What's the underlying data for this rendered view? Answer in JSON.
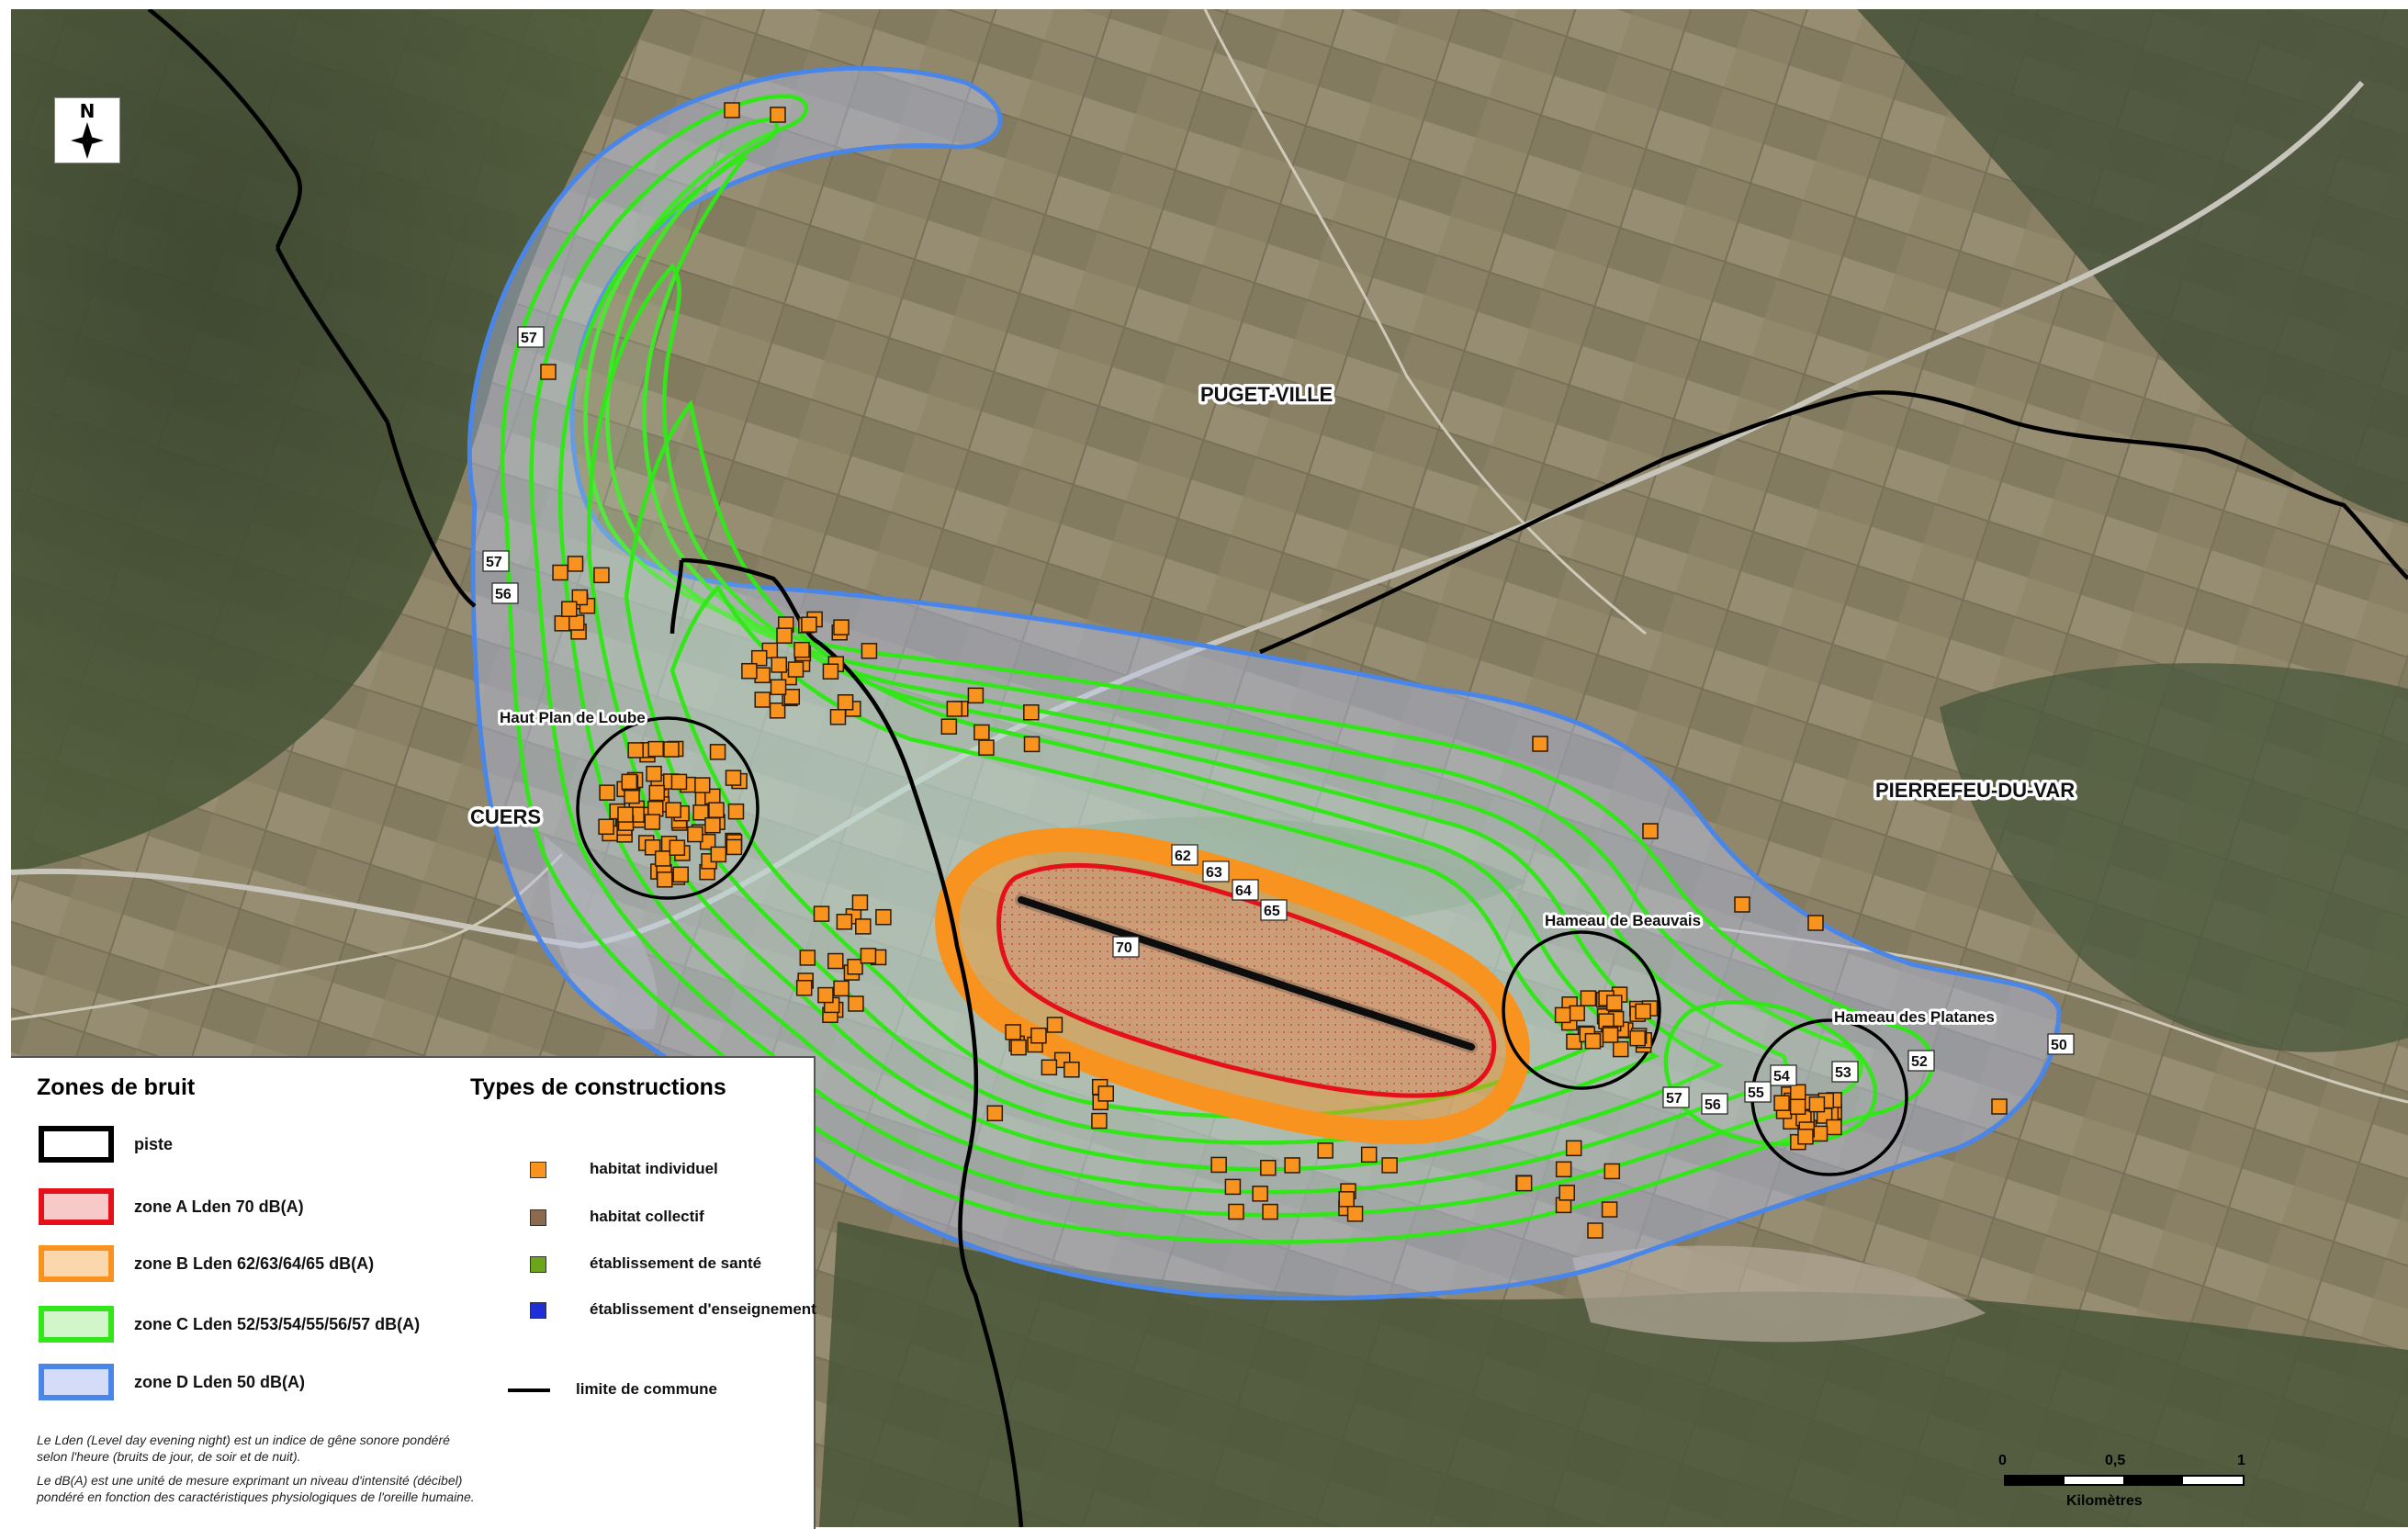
{
  "map": {
    "place_labels": [
      {
        "id": "puget-ville",
        "text": "PUGET-VILLE"
      },
      {
        "id": "cuers",
        "text": "CUERS"
      },
      {
        "id": "pierrefeu",
        "text": "PIERREFEU-DU-VAR"
      }
    ],
    "hamlet_labels": [
      {
        "id": "haut-plan-de-loube",
        "text": "Haut Plan de Loube"
      },
      {
        "id": "hameau-de-beauvais",
        "text": "Hameau de Beauvais"
      },
      {
        "id": "hameau-des-platanes",
        "text": "Hameau des Platanes"
      }
    ],
    "contour_labels": [
      "57",
      "57",
      "56",
      "62",
      "63",
      "64",
      "65",
      "70",
      "57",
      "56",
      "55",
      "54",
      "53",
      "52",
      "50"
    ],
    "colors": {
      "piste": "#000000",
      "zone_a": "#e4101a",
      "zone_b": "#f7931e",
      "zone_c": "#33e61a",
      "zone_d": "#4a86e8",
      "commune_limit": "#000000",
      "habitat_individuel": "#f7931e",
      "habitat_collectif": "#8b6a4e",
      "sante": "#6aa51c",
      "enseignement": "#1d2fd6",
      "terrain": "#6f7058"
    }
  },
  "north_arrow": {
    "label": "N"
  },
  "legend": {
    "zones_title": "Zones de bruit",
    "types_title": "Types de constructions",
    "zones": [
      {
        "label": "piste",
        "border": "#000000",
        "fill": "#ffffff"
      },
      {
        "label": "zone A  Lden 70 dB(A)",
        "border": "#e4101a",
        "fill": "#f7c9c9"
      },
      {
        "label": "zone B  Lden 62/63/64/65 dB(A)",
        "border": "#f7931e",
        "fill": "#fbd7ae"
      },
      {
        "label": "zone C  Lden 52/53/54/55/56/57 dB(A)",
        "border": "#33e61a",
        "fill": "#d2f5c9"
      },
      {
        "label": "zone D  Lden 50 dB(A)",
        "border": "#4a86e8",
        "fill": "#d4dcf7"
      }
    ],
    "types": [
      {
        "label": "habitat individuel",
        "color": "#f7931e"
      },
      {
        "label": "habitat collectif",
        "color": "#8b6a4e"
      },
      {
        "label": "établissement de santé",
        "color": "#6aa51c"
      },
      {
        "label": "établissement d'enseignement",
        "color": "#1d2fd6"
      }
    ],
    "commune_label": "limite de commune",
    "note1": "Le Lden (Level day evening night) est un indice de gêne sonore pondéré selon l'heure (bruits de jour, de soir et de nuit).",
    "note2": "Le dB(A) est une unité de mesure exprimant un niveau d'intensité (décibel) pondéré en fonction des caractéristiques physiologiques de l'oreille humaine."
  },
  "scale": {
    "ticks": [
      "0",
      "0,5",
      "1"
    ],
    "unit": "Kilomètres"
  }
}
